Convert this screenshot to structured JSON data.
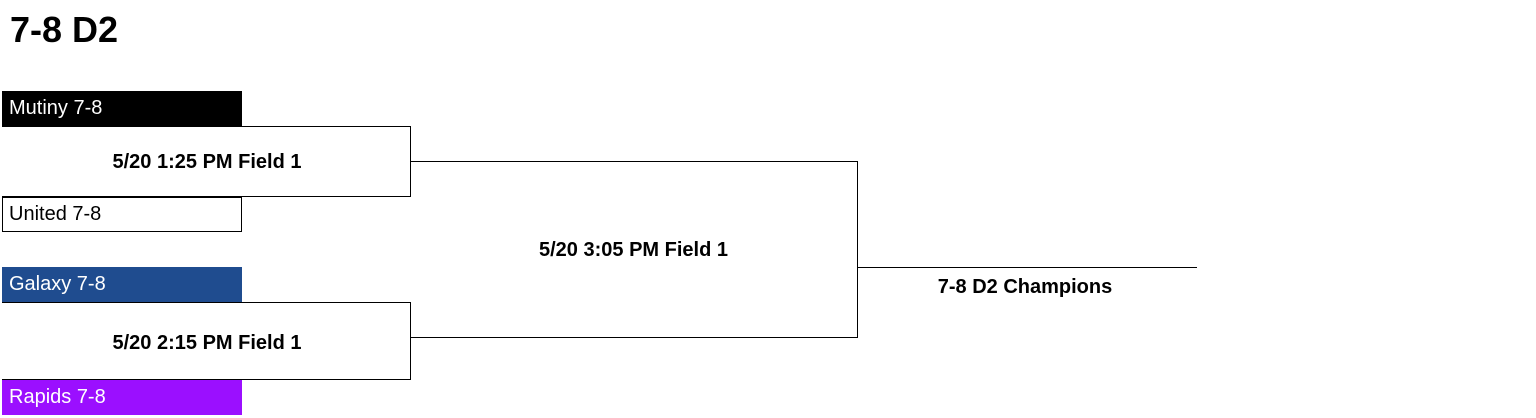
{
  "title": "7-8 D2",
  "teams": [
    {
      "label": "Mutiny 7-8",
      "color": "#000000",
      "text_color": "#ffffff"
    },
    {
      "label": "United 7-8",
      "color": "#ffffff",
      "text_color": "#000000"
    },
    {
      "label": "Galaxy 7-8",
      "color": "#1f4c8f",
      "text_color": "#ffffff"
    },
    {
      "label": "Rapids 7-8",
      "color": "#9b0fff",
      "text_color": "#ffffff"
    }
  ],
  "games": {
    "semi1": "5/20 1:25 PM Field 1",
    "semi2": "5/20 2:15 PM Field 1",
    "final": "5/20 3:05 PM Field 1"
  },
  "champion_label": "7-8 D2 Champions"
}
